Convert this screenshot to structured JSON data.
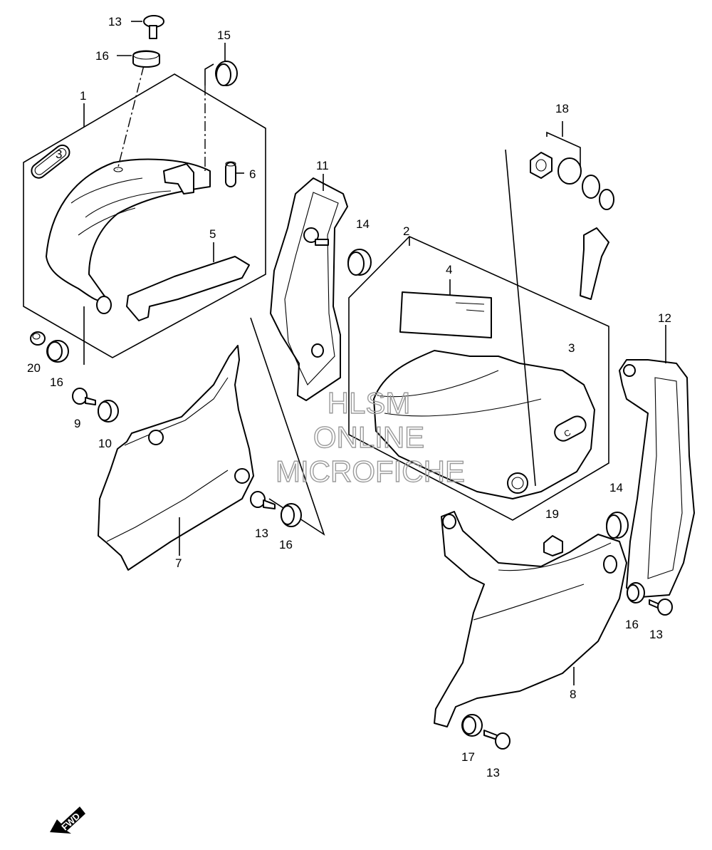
{
  "callouts": {
    "c1": "1",
    "c2": "2",
    "c3a": "3",
    "c3b": "3",
    "c4": "4",
    "c5": "5",
    "c6": "6",
    "c7": "7",
    "c8": "8",
    "c9": "9",
    "c10": "10",
    "c11": "11",
    "c12": "12",
    "c13a": "13",
    "c13b": "13",
    "c13c": "13",
    "c13d": "13",
    "c14a": "14",
    "c14b": "14",
    "c15": "15",
    "c16a": "16",
    "c16b": "16",
    "c16c": "16",
    "c16d": "16",
    "c17": "17",
    "c18": "18",
    "c19": "19",
    "c20": "20"
  },
  "watermark": {
    "line1": "HLSM",
    "line2": "ONLINE",
    "line3": "MICROFICHE"
  },
  "fwd_label": "FWD",
  "colors": {
    "ink": "#000000",
    "paper": "#ffffff",
    "watermark": "#9a9a9a"
  }
}
